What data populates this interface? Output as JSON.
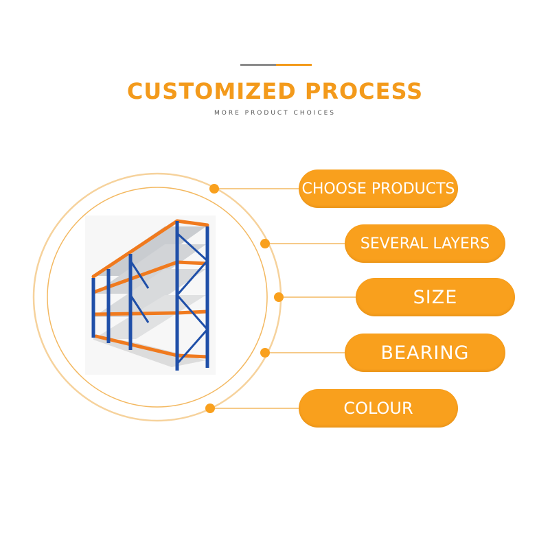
{
  "header": {
    "title": "CUSTOMIZED PROCESS",
    "subtitle": "MORE PRODUCT CHOICES"
  },
  "options": [
    {
      "label": "CHOOSE PRODUCTS"
    },
    {
      "label": "SEVERAL LAYERS"
    },
    {
      "label": "SIZE"
    },
    {
      "label": "BEARING"
    },
    {
      "label": "COLOUR"
    }
  ],
  "product_image": {
    "icon": "storage-rack-image"
  },
  "colors": {
    "accent": "#f9a01d",
    "rack_blue": "#1f4fa8",
    "rack_orange": "#f07a1e",
    "ring": "#f6c77a"
  }
}
